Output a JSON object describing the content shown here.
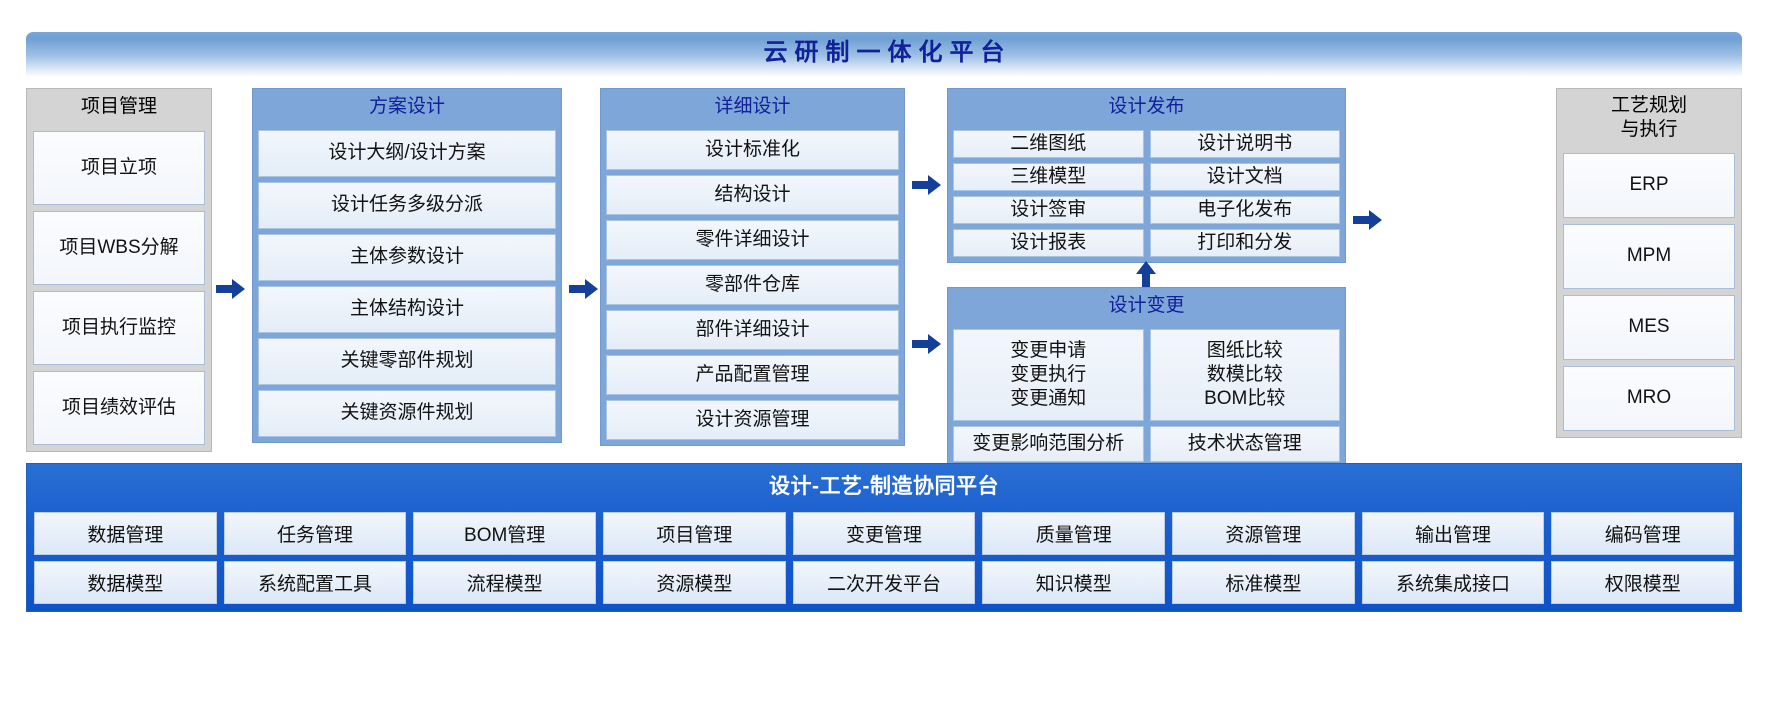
{
  "header": {
    "title": "云研制一体化平台"
  },
  "columns": {
    "project_management": {
      "title": "项目管理",
      "items": [
        "项目立项",
        "项目WBS分解",
        "项目执行监控",
        "项目绩效评估"
      ]
    },
    "scheme_design": {
      "title": "方案设计",
      "items": [
        "设计大纲/设计方案",
        "设计任务多级分派",
        "主体参数设计",
        "主体结构设计",
        "关键零部件规划",
        "关键资源件规划"
      ]
    },
    "detail_design": {
      "title": "详细设计",
      "items": [
        "设计标准化",
        "结构设计",
        "零件详细设计",
        "零部件仓库",
        "部件详细设计",
        "产品配置管理",
        "设计资源管理"
      ]
    },
    "design_release": {
      "title": "设计发布",
      "items": [
        "二维图纸",
        "设计说明书",
        "三维模型",
        "设计文档",
        "设计签审",
        "电子化发布",
        "设计报表",
        "打印和分发"
      ]
    },
    "design_change": {
      "title": "设计变更",
      "items": [
        "变更申请\n变更执行\n变更通知",
        "图纸比较\n数模比较\nBOM比较",
        "变更影响范围分析",
        "技术状态管理"
      ]
    },
    "process_planning": {
      "title": "工艺规划\n与执行",
      "items": [
        "ERP",
        "MPM",
        "MES",
        "MRO"
      ]
    }
  },
  "platform": {
    "title": "设计-工艺-制造协同平台",
    "row1": [
      "数据管理",
      "任务管理",
      "BOM管理",
      "项目管理",
      "变更管理",
      "质量管理",
      "资源管理",
      "输出管理",
      "编码管理"
    ],
    "row2": [
      "数据模型",
      "系统配置工具",
      "流程模型",
      "资源模型",
      "二次开发平台",
      "知识模型",
      "标准模型",
      "系统集成接口",
      "权限模型"
    ]
  },
  "arrows": {
    "pm_to_scheme": "arrow-right-icon",
    "scheme_to_detail": "arrow-right-icon",
    "detail_to_release": "arrow-right-icon",
    "detail_to_change": "arrow-right-icon",
    "change_to_release": "arrow-up-icon",
    "release_to_process": "arrow-right-icon"
  },
  "colors": {
    "banner_blue": "#7ba7d7",
    "header_blue": "#7fa6d8",
    "title_text": "#10219a",
    "gray_header": "#d4d4d4",
    "arrow": "#14409a",
    "platform_blue": "#1a5fce"
  }
}
